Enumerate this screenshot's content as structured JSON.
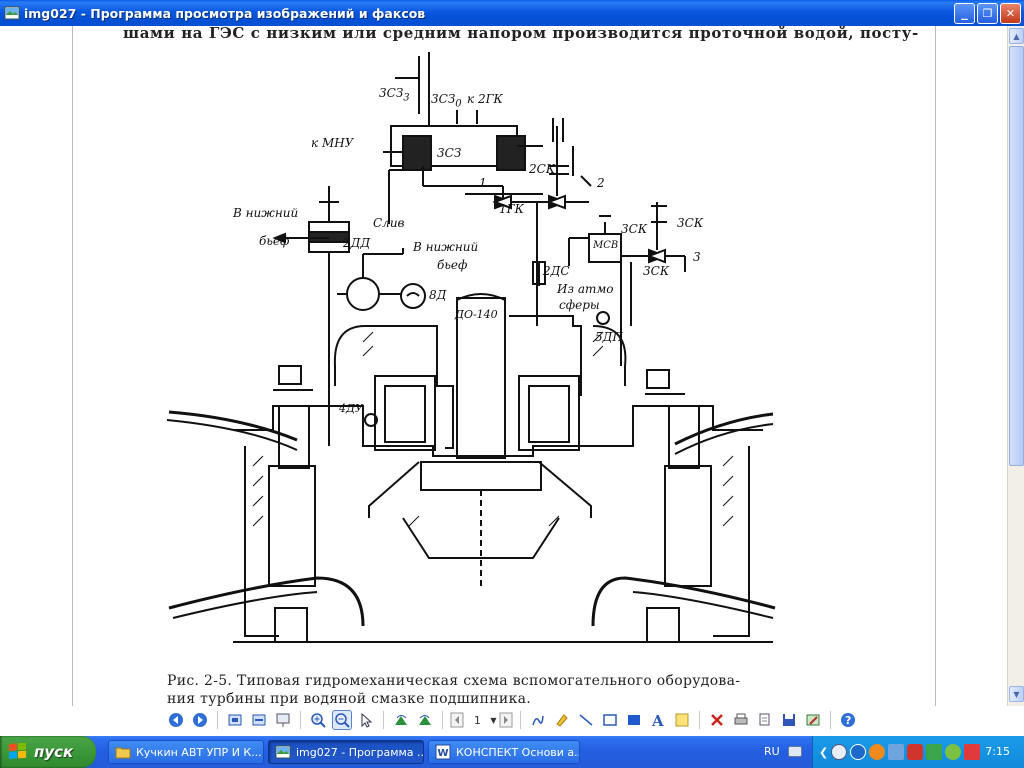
{
  "window": {
    "title": "img027 - Программа просмотра изображений и факсов",
    "minimize_label": "_",
    "maximize_label": "❐",
    "close_label": "✕"
  },
  "document": {
    "top_line": "шами на ГЭС с низким или средним напором производится проточной водой, посту-",
    "caption_line1": "Рис. 2-5. Типовая гидромеханическая схема вспомогательного оборудова-",
    "caption_line2": "ния турбины при водяной смазке подшипника.",
    "labels": {
      "zsz3": "3СЗ",
      "sub3": "3",
      "zsz0": "3СЗ",
      "sub0": "0",
      "k2gk": "к 2ГК",
      "kmnu": "к МНУ",
      "zsz": "3СЗ",
      "sk2": "2СК",
      "n1": "1",
      "n2": "2",
      "gk1": "1ГК",
      "sliv": "Слив",
      "vnizh1": "В нижний",
      "bief1": "бьеф",
      "dd2": "2ДД",
      "vnizh2": "В нижний",
      "bief2": "бьеф",
      "d8": "8Д",
      "ds2": "2ДС",
      "izatmo": "Из атмо",
      "sfery": "сферы",
      "msv": "МСВ",
      "zsk0": "3СК",
      "zsk3": "3СК",
      "zsk": "3СК",
      "n3": "3",
      "do140": "ДО-140",
      "dp5": "5ДП",
      "du4": "4ДУ"
    }
  },
  "toolbar": {
    "page_number": "1",
    "icons": [
      "first-page-icon",
      "previous-icon",
      "best-fit-icon",
      "actual-size-icon",
      "slideshow-icon",
      "zoom-in-icon",
      "zoom-out-icon",
      "pointer-icon",
      "rotate-cw-icon",
      "rotate-ccw-icon",
      "page-back-icon",
      "page-forward-icon",
      "freehand-icon",
      "highlighter-icon",
      "line-icon",
      "rectangle-icon",
      "filled-rectangle-icon",
      "text-icon",
      "note-icon",
      "delete-icon",
      "print-icon",
      "copy-icon",
      "save-icon",
      "edit-icon",
      "help-icon"
    ]
  },
  "taskbar": {
    "start_label": "пуск",
    "tasks": [
      {
        "label": "Кучкин АВТ УПР И К...",
        "icon": "folder-icon"
      },
      {
        "label": "img027 - Программа ...",
        "icon": "image-viewer-icon"
      },
      {
        "label": "КОНСПЕКТ Основи а...",
        "icon": "word-icon"
      }
    ],
    "language": "RU",
    "clock": "7:15"
  }
}
